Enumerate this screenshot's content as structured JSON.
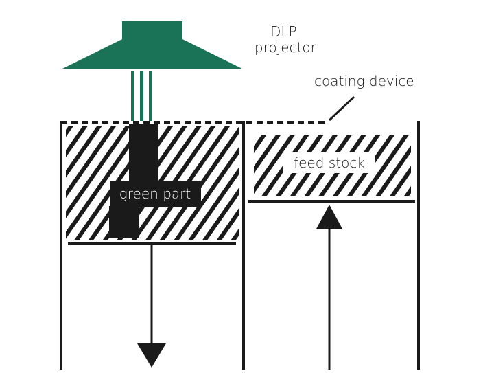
{
  "labels": {
    "projector_line1": "DLP",
    "projector_line2": "projector",
    "coating_device": "coating device",
    "feed_stock": "feed stock",
    "green_part": "green part"
  },
  "colors": {
    "projector": "#1a7357",
    "ink": "#1a1a1a",
    "background": "#ffffff",
    "label_box": "#ffffff"
  }
}
